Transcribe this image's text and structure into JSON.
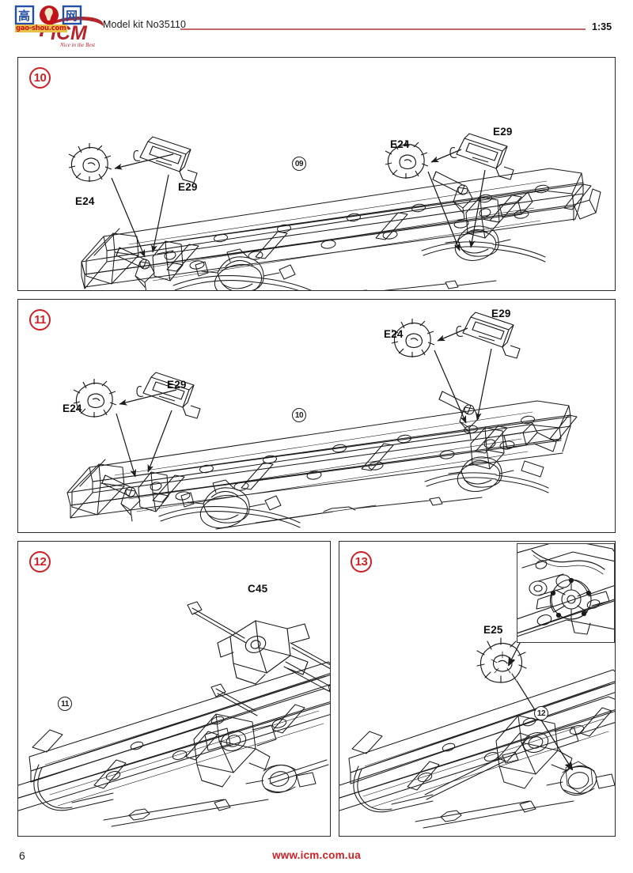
{
  "header": {
    "kit_label": "Model kit No35110",
    "scale": "1:35",
    "brand": "ICM",
    "brand_tagline": "Nice in the Best",
    "watermark_text": "gao-shou.com",
    "rule_color": "#c4686b"
  },
  "footer": {
    "page_number": "6",
    "website": "www.icm.com.ua",
    "website_color": "#cc2127"
  },
  "colors": {
    "step_red": "#cc2127",
    "panel_border": "#2b2b2b",
    "line_art": "#1c1c1c"
  },
  "steps": [
    {
      "id": "10",
      "number": "10",
      "badge_color": "#cc2127",
      "subassembly_refs": [
        "09"
      ],
      "part_labels": [
        "E24",
        "E29",
        "E24",
        "E29"
      ],
      "description": "Truck chassis frame with front and rear axle assemblies"
    },
    {
      "id": "11",
      "number": "11",
      "badge_color": "#cc2127",
      "subassembly_refs": [
        "10"
      ],
      "part_labels": [
        "E24",
        "E29",
        "E24",
        "E29"
      ],
      "description": "Chassis frame continued with additional axle hub parts"
    },
    {
      "id": "12",
      "number": "12",
      "badge_color": "#cc2127",
      "subassembly_refs": [
        "11"
      ],
      "part_labels": [
        "C45"
      ],
      "description": "Rear chassis section with transfer case assembly"
    },
    {
      "id": "13",
      "number": "13",
      "badge_color": "#cc2127",
      "subassembly_refs": [
        "12"
      ],
      "part_labels": [
        "E25"
      ],
      "has_detail_inset": true,
      "description": "Rear chassis section with brake drum detail inset"
    }
  ],
  "panel_10": {
    "step_number": "10",
    "labels": {
      "e24_left": "E24",
      "e29_left": "E29",
      "e24_right": "E24",
      "e29_right": "E29"
    },
    "subassembly": "09"
  },
  "panel_11": {
    "step_number": "11",
    "labels": {
      "e24_left": "E24",
      "e29_left": "E29",
      "e24_right": "E24",
      "e29_right": "E29"
    },
    "subassembly": "10"
  },
  "panel_12": {
    "step_number": "12",
    "labels": {
      "c45": "C45"
    },
    "subassembly": "11"
  },
  "panel_13": {
    "step_number": "13",
    "labels": {
      "e25": "E25"
    },
    "subassembly": "12"
  }
}
